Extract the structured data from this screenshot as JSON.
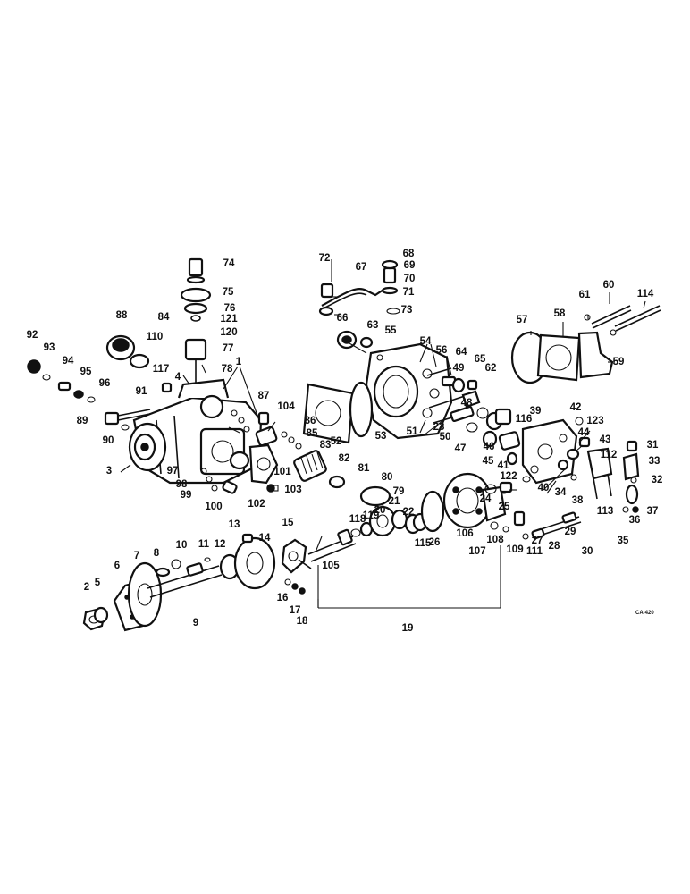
{
  "callouts": [
    "1",
    "2",
    "3",
    "4",
    "5",
    "6",
    "7",
    "8",
    "9",
    "10",
    "11",
    "12",
    "13",
    "14",
    "15",
    "16",
    "17",
    "18",
    "19",
    "20",
    "21",
    "22",
    "23",
    "24",
    "25",
    "26",
    "27",
    "28",
    "29",
    "30",
    "31",
    "32",
    "33",
    "34",
    "35",
    "36",
    "37",
    "38",
    "39",
    "40",
    "41",
    "42",
    "43",
    "44",
    "45",
    "46",
    "47",
    "48",
    "49",
    "50",
    "51",
    "52",
    "53",
    "54",
    "55",
    "56",
    "57",
    "58",
    "59",
    "60",
    "61",
    "62",
    "63",
    "64",
    "65",
    "66",
    "67",
    "68",
    "69",
    "70",
    "71",
    "72",
    "73",
    "74",
    "75",
    "76",
    "77",
    "78",
    "79",
    "80",
    "81",
    "82",
    "83",
    "84",
    "85",
    "86",
    "87",
    "88",
    "89",
    "90",
    "91",
    "92",
    "93",
    "94",
    "95",
    "96",
    "97",
    "98",
    "99",
    "100",
    "101",
    "102",
    "103",
    "104",
    "105",
    "106",
    "107",
    "108",
    "109",
    "110",
    "111",
    "112",
    "113",
    "114",
    "115",
    "116",
    "117",
    "118",
    "119",
    "120",
    "121",
    "122",
    "123"
  ],
  "drawing_code": "CA-420"
}
